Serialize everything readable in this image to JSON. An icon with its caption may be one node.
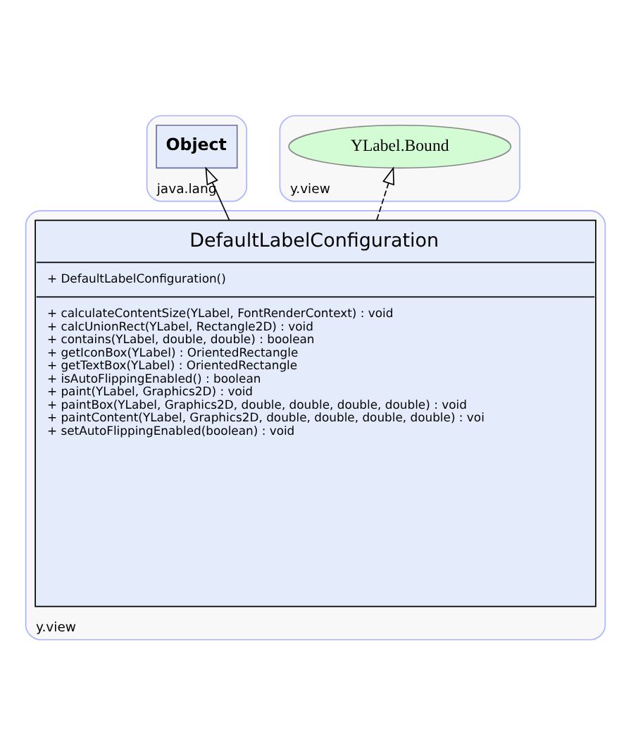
{
  "diagram": {
    "nodes": [
      {
        "text": [
          "java.lang"
        ]
      },
      {
        "text": [
          "Object"
        ],
        "in": 0
      },
      {
        "text": [
          "y.view"
        ]
      },
      {
        "text": [
          "YLabel.Bound"
        ],
        "in": 2
      },
      {
        "text": [
          "y.view"
        ]
      },
      {
        "text": [
          "DefaultLabelConfiguration",
          "+ DefaultLabelConfiguration()",
          "+ calculateContentSize(YLabel, FontRenderContext) : void",
          "+ calcUnionRect(YLabel, Rectangle2D) : void",
          "+ contains(YLabel, double, double) : boolean",
          "+ getIconBox(YLabel) : OrientedRectangle",
          "+ getTextBox(YLabel) : OrientedRectangle",
          "+ isAutoFlippingEnabled() : boolean",
          "+ paint(YLabel, Graphics2D) : void",
          "+ paintBox(YLabel, Graphics2D, double, double, double, double) : void",
          "+ paintContent(YLabel, Graphics2D, double, double, double, double) : voi",
          "+ setAutoFlippingEnabled(boolean) : void"
        ],
        "in": 4
      }
    ],
    "edges": [
      {
        "from": 5,
        "to": 1,
        "arrow": "to"
      },
      {
        "from": 5,
        "to": 3,
        "arrow": "to",
        "style": "dashed"
      }
    ]
  }
}
